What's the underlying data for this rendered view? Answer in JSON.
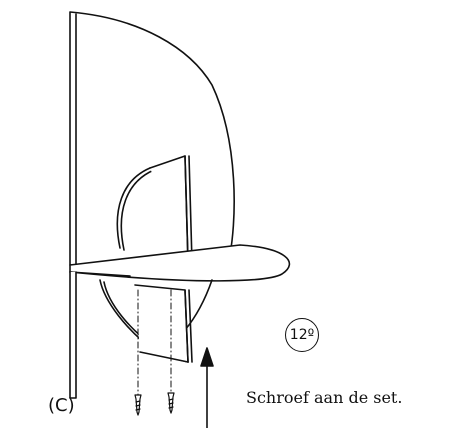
{
  "figure": {
    "panel_label": "(C)",
    "step_number": "12º",
    "instruction": "Schroef aan de set."
  },
  "colors": {
    "line": "#111111",
    "background": "#ffffff"
  },
  "icons": {
    "arrow": "up-arrow-icon",
    "screws": "screw-icon"
  }
}
